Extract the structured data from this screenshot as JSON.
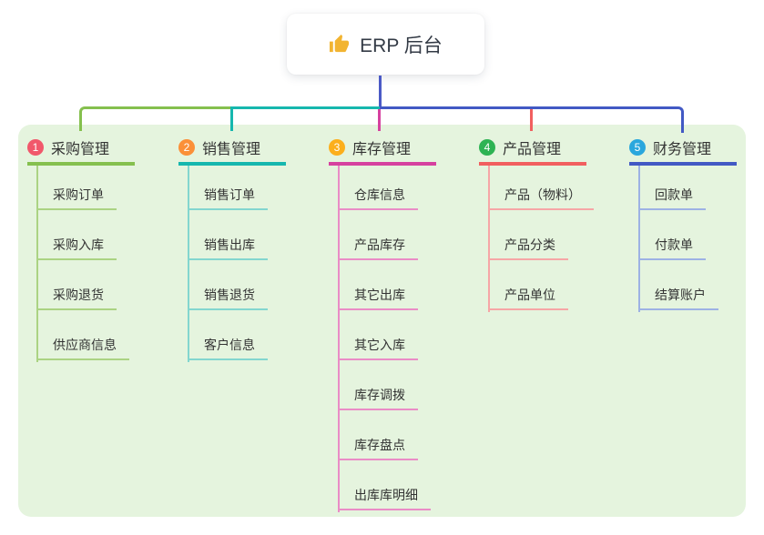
{
  "root": {
    "title": "ERP 后台",
    "icon": "thumbs-up-icon",
    "icon_color": "#f2b431"
  },
  "connector": {
    "stem_color": "#4b5ac6"
  },
  "panel_color": "#e5f4de",
  "branches": [
    {
      "index": "1",
      "title": "采购管理",
      "badge_color": "#f1586b",
      "line_color": "#85c04e",
      "child_line_color": "#abd383",
      "children": [
        "采购订单",
        "采购入库",
        "采购退货",
        "供应商信息"
      ]
    },
    {
      "index": "2",
      "title": "销售管理",
      "badge_color": "#fb9038",
      "line_color": "#16b7ae",
      "child_line_color": "#83d6cf",
      "children": [
        "销售订单",
        "销售出库",
        "销售退货",
        "客户信息"
      ]
    },
    {
      "index": "3",
      "title": "库存管理",
      "badge_color": "#fcaf1c",
      "line_color": "#d6419f",
      "child_line_color": "#ea8cc6",
      "children": [
        "仓库信息",
        "产品库存",
        "其它出库",
        "其它入库",
        "库存调拨",
        "库存盘点",
        "出库库明细"
      ]
    },
    {
      "index": "4",
      "title": "产品管理",
      "badge_color": "#2db353",
      "line_color": "#f15f5f",
      "child_line_color": "#f6a6a6",
      "children": [
        "产品（物料）",
        "产品分类",
        "产品单位"
      ]
    },
    {
      "index": "5",
      "title": "财务管理",
      "badge_color": "#2aa7dd",
      "line_color": "#4259c4",
      "child_line_color": "#9db2e4",
      "children": [
        "回款单",
        "付款单",
        "结算账户"
      ]
    }
  ]
}
